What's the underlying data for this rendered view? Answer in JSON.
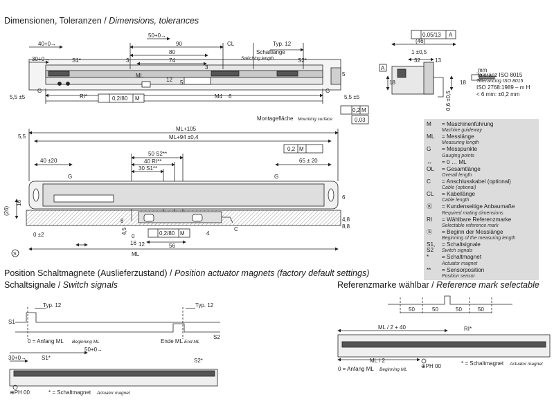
{
  "headings": {
    "dimensions_de": "Dimensionen, Toleranzen",
    "dimensions_en": "Dimensions, tolerances",
    "position_de": "Position Schaltmagnete (Auslieferzustand)",
    "position_en": "Position actuator magnets (factory default settings)",
    "switch_de": "Schaltsignale",
    "switch_en": "Switch signals",
    "refmark_de": "Referenzmarke wählbar",
    "refmark_en": "Reference mark selectable",
    "separator": " / "
  },
  "top_view": {
    "dim_50": "50+0→",
    "dim_90": "90",
    "dim_typ12": "Typ. 12",
    "cl": "CL",
    "dim_40": "40+0→",
    "switching_de": "Schaltlänge",
    "switching_en": "Switching length",
    "dim_80": "80",
    "dim_74": "74",
    "dim_3a": "3",
    "dim_3b": "3",
    "dim_30": "30+0→",
    "s1": "S1*",
    "s2": "S2*",
    "ml": "ML",
    "g_left": "G",
    "g_right": "G",
    "dim_5_5_left": "5,5 ±5",
    "dim_5_5_right": "5,5 ±5",
    "ri": "RI*",
    "par_k": "0,2/80",
    "par_m": "M",
    "m4": "M4",
    "dim_6": "6",
    "dim_12": "12",
    "dim_5": "5",
    "dim_5b": "5",
    "mounting_de": "Montagefläche",
    "mounting_en": "Mounting surface",
    "tol_par": "0,2",
    "tol_par_m": "M",
    "tol_flat": "0,03"
  },
  "side_view": {
    "tol1": "0,05/13",
    "tol1_ref": "A",
    "dim_46": "(46)",
    "dim_1": "1 ±0,5",
    "dim_32": "32",
    "dim_13": "13",
    "ref_a": "A",
    "dim_18a": "18",
    "dim_18b": "18",
    "dim_06": "0,6 ±0,5",
    "mm": "mm"
  },
  "tolerance_note": {
    "l1": "Toleranz ISO 8015",
    "l2": "Tolerancing ISO 8015",
    "l3": "ISO 2768:1989 – m H",
    "l4": "< 6 mm: ±0,2 mm"
  },
  "front_view": {
    "dim_5_5": "5,5",
    "ml105": "ML+105",
    "ml94": "ML+94 ±0,4",
    "tol_par": "0,2",
    "tol_m": "M",
    "dim_40_20": "40 ±20",
    "dim_65_20": "65 ± 20",
    "dim_50_s2": "50  S2**",
    "dim_40_ri": "40 RI**",
    "dim_30_s1": "30 S1**",
    "g_left": "G",
    "g_right": "G",
    "dim_26": "(26)",
    "dim_16": "16",
    "dim_8": "8",
    "dim_4_5": "4,5",
    "dim_0_2": "0 ±2",
    "dim_0_2b": "0",
    "dim_16b": "16",
    "dim_12": "12",
    "dim_56": "56",
    "par": "0,2/80",
    "par_m": "M",
    "dim_4": "4",
    "c": "C",
    "dim_4_8": "4,8",
    "dim_8_8": "8,8",
    "dim_6": "6",
    "ml": "ML",
    "s": "S"
  },
  "legend": [
    {
      "k": "M",
      "de": "= Maschinenführung",
      "en": "Machine guideway"
    },
    {
      "k": "ML",
      "de": "= Messlänge",
      "en": "Measuring length"
    },
    {
      "k": "G",
      "de": "= Messpunkte",
      "en": "Gauging points"
    },
    {
      "k": "↔",
      "de": "= 0 … ML",
      "en": ""
    },
    {
      "k": "OL",
      "de": "= Gesamtlänge",
      "en": "Overall length"
    },
    {
      "k": "C",
      "de": "= Anschlusskabel (optional)",
      "en": "Cable (optional)"
    },
    {
      "k": "CL",
      "de": "= Kabellänge",
      "en": "Cable length"
    },
    {
      "k": "Ⓚ",
      "de": "= Kundenseitige Anbaumaße",
      "en": "Required mating dimensions"
    },
    {
      "k": "RI",
      "de": "= Wählbare Referenzmarke",
      "en": "Selectable reference mark"
    },
    {
      "k": "Ⓢ",
      "de": "= Beginn der Messlänge",
      "en": "Beginning of the measuring length"
    },
    {
      "k": "S1, S2",
      "de": "= Schaltsignale",
      "en": "Switch signals"
    },
    {
      "k": "*",
      "de": "= Schaltmagnet",
      "en": "Actuator magnet"
    },
    {
      "k": "**",
      "de": "= Sensorposition",
      "en": "Position sensor"
    }
  ],
  "switch_diagram": {
    "typ12_left": "Typ. 12",
    "typ12_right": "Typ. 12",
    "s1": "S1",
    "s2": "S2",
    "begin_de": "0 = Anfang ML",
    "begin_en": "Beginning ML",
    "end_de": "Ende ML",
    "end_en": "End ML",
    "dim_50": "50+0→",
    "dim_30": "30+0→",
    "s1_star": "S1*",
    "s2_star": "S2*",
    "ph00": "⊕PH 00",
    "magnet_de": "* = Schaltmagnet",
    "magnet_en": "Actuator magnet"
  },
  "ref_diagram": {
    "d50_1": "50",
    "d50_2": "50",
    "d50_3": "50",
    "d50_4": "50",
    "ml2_40": "ML / 2 + 40",
    "ri": "RI*",
    "ml2": "ML / 2",
    "begin_de": "0 = Anfang ML",
    "begin_en": "Beginning ML",
    "ph00": "⊕PH 00",
    "magnet_de": "* = Schaltmagnet",
    "magnet_en": "Actuator magnet"
  }
}
